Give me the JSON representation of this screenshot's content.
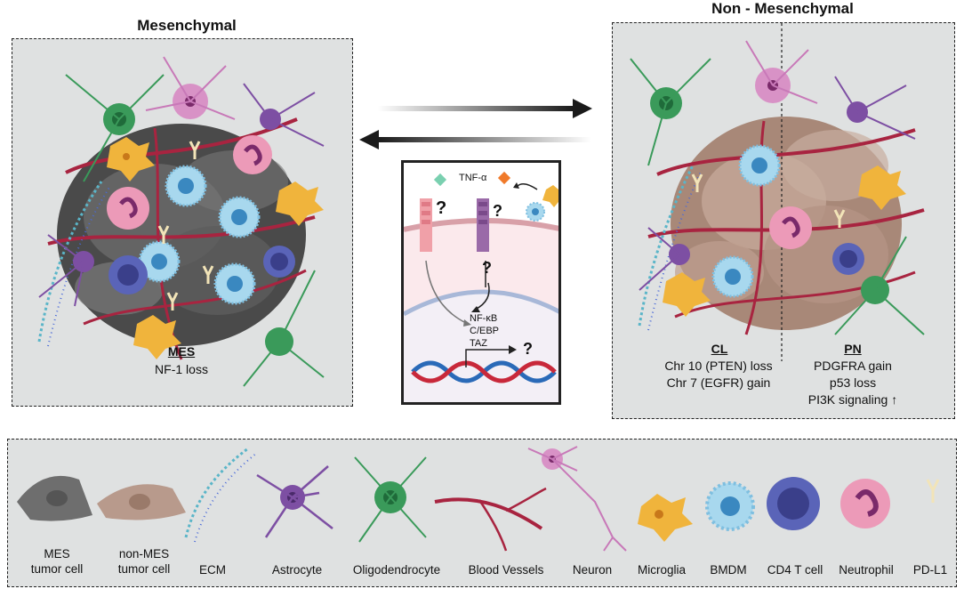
{
  "left_panel": {
    "title": "Mesenchymal",
    "subtype": "MES",
    "alterations": [
      "NF-1 loss"
    ]
  },
  "right_panel": {
    "title": "Non - Mesenchymal",
    "cl": {
      "subtype": "CL",
      "alterations": [
        "Chr 10 (PTEN) loss",
        "Chr 7 (EGFR) gain"
      ]
    },
    "pn": {
      "subtype": "PN",
      "alterations": [
        "PDGFRA gain",
        "p53 loss",
        "PI3K signaling ↑"
      ]
    }
  },
  "center": {
    "cytokine": "TNF-α",
    "question": "?",
    "transcription_factors": [
      "NF-κB",
      "C/EBP",
      "TAZ"
    ]
  },
  "legend": [
    {
      "label": "MES\ntumor cell",
      "icon": "mes-tumor-cell-icon"
    },
    {
      "label": "non-MES\ntumor cell",
      "icon": "non-mes-tumor-cell-icon"
    },
    {
      "label": "ECM",
      "icon": "ecm-icon"
    },
    {
      "label": "Astrocyte",
      "icon": "astrocyte-icon"
    },
    {
      "label": "Oligodendrocyte",
      "icon": "oligodendrocyte-icon"
    },
    {
      "label": "Blood Vessels",
      "icon": "blood-vessels-icon"
    },
    {
      "label": "Neuron",
      "icon": "neuron-icon"
    },
    {
      "label": "Microglia",
      "icon": "microglia-icon"
    },
    {
      "label": "BMDM",
      "icon": "bmdm-icon"
    },
    {
      "label": "CD4 T cell",
      "icon": "cd4-t-cell-icon"
    },
    {
      "label": "Neutrophil",
      "icon": "neutrophil-icon"
    },
    {
      "label": "PD-L1",
      "icon": "pd-l1-icon"
    }
  ],
  "colors": {
    "panel_bg": "#dfe1e1",
    "mes_tumor": "#6e6e6e",
    "non_mes_tumor": "#b89a8c",
    "astrocyte": "#7d4fa3",
    "oligodendrocyte": "#3a9a5a",
    "blood_vessel": "#a82440",
    "neuron": "#c879b8",
    "microglia": "#f0b43c",
    "bmdm": "#a8d8ee",
    "cd4": "#5a64b8",
    "neutrophil": "#ec9ab8",
    "pdl1": "#f2e4b8"
  }
}
